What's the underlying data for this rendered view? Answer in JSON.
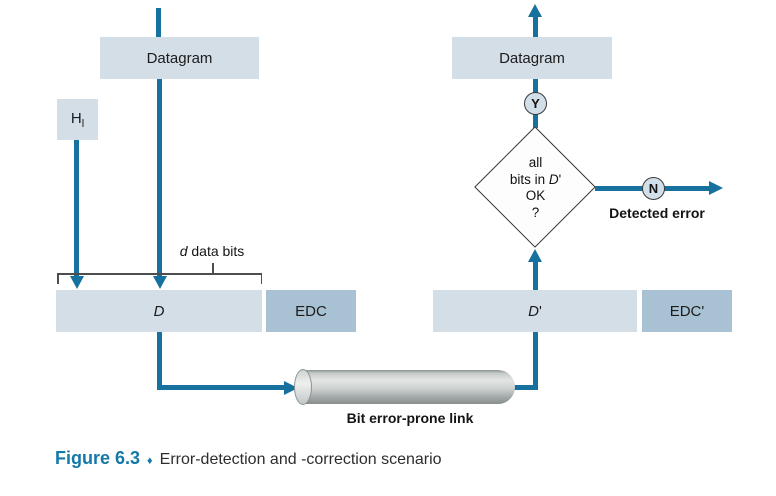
{
  "figure": {
    "caption_label": "Figure 6.3",
    "caption_separator": "♦",
    "caption_text": "Error-detection and -correction scenario"
  },
  "sender": {
    "datagram_label": "Datagram",
    "header_main": "H",
    "header_sub": "l",
    "d_box_label": "D",
    "edc_box_label": "EDC",
    "bracket_label_italic": "d",
    "bracket_label_rest": " data bits"
  },
  "receiver": {
    "datagram_label": "Datagram",
    "d_box_main": "D",
    "d_box_prime": "'",
    "edc_box_label": "EDC'",
    "decision": {
      "line1": "all",
      "line2_pre": "bits in ",
      "line2_d": "D",
      "line2_prime": "'",
      "line3": "OK",
      "line4": "?"
    },
    "yes_label": "Y",
    "no_label": "N",
    "detected_error_label": "Detected error"
  },
  "link": {
    "label": "Bit error-prone link"
  },
  "colors": {
    "accent": "#16719f",
    "box_light": "#d3dee7",
    "box_dark": "#a9c2d3",
    "circle_fill": "#d3dfe8",
    "caption_accent": "#1478a8"
  }
}
